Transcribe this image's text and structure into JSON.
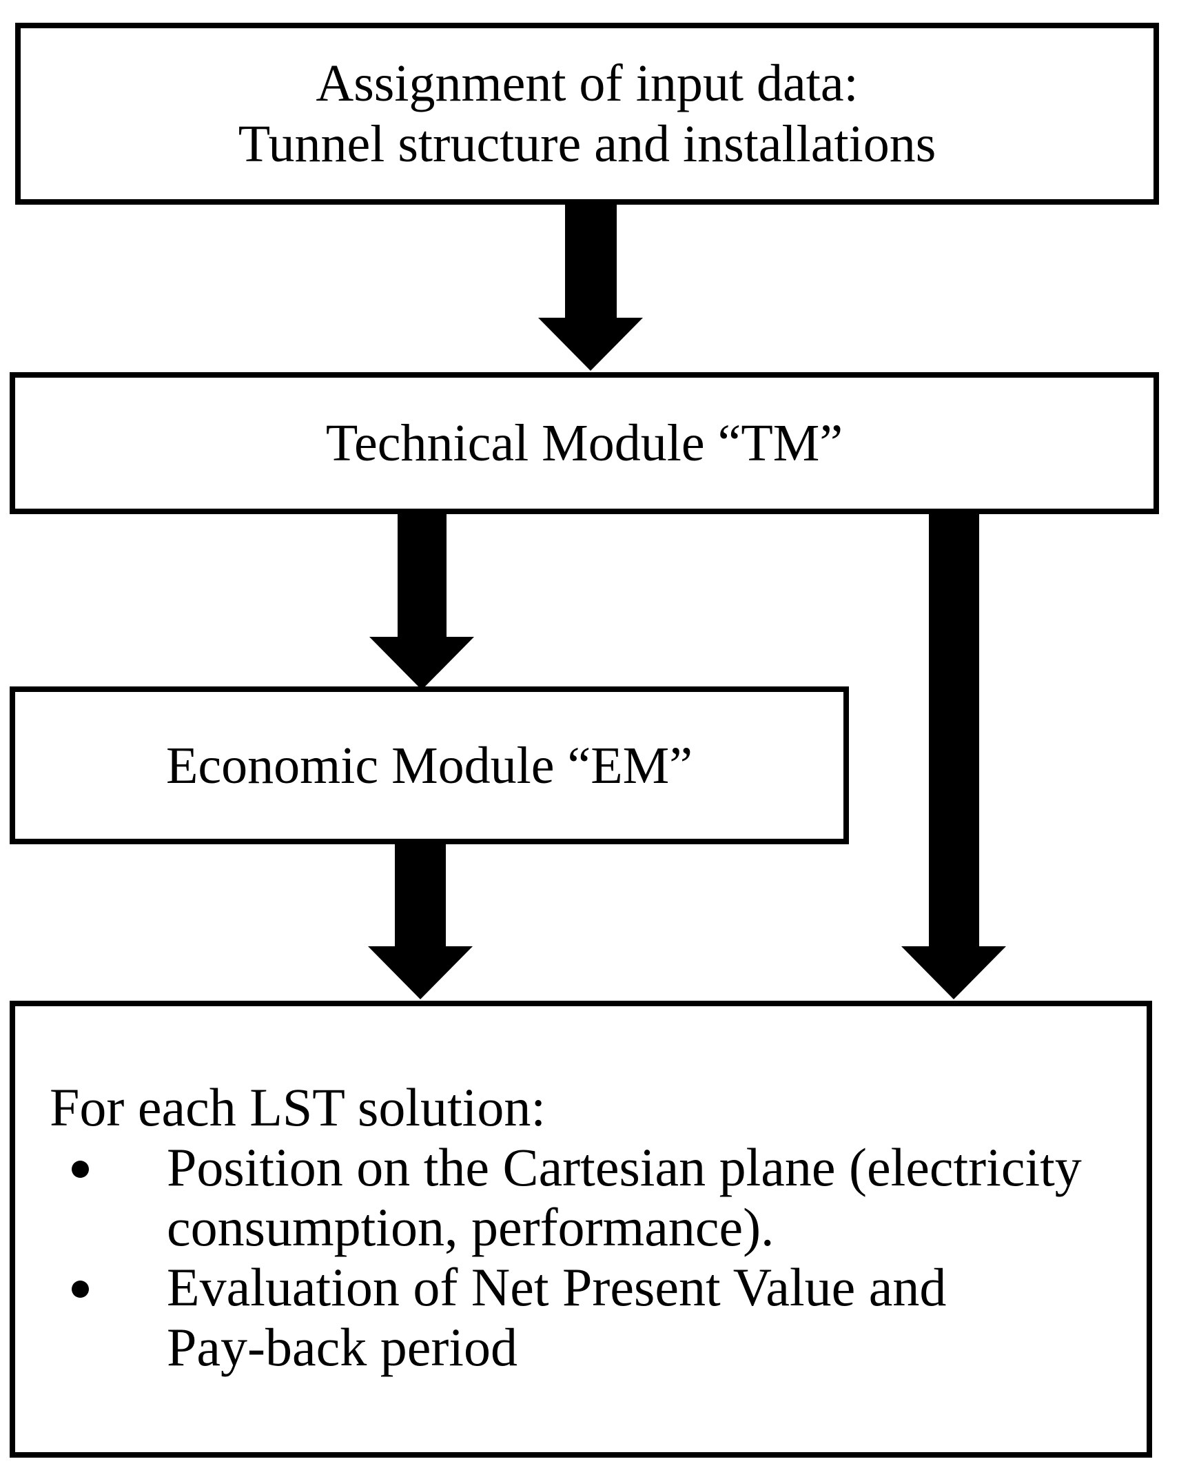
{
  "figure": {
    "background_color": "#ffffff",
    "line_color": "#000000"
  },
  "boxes": {
    "input_box": {
      "line1": "Assignment of input data:",
      "line2": "Tunnel structure and installations"
    },
    "technical_module_box": {
      "label": "Technical Module “TM”"
    },
    "economic_module_box": {
      "label": "Economic Module “EM”"
    },
    "results_box": {
      "title": "For each LST solution:",
      "bullets": [
        {
          "lines": [
            "Position on the Cartesian plane (electricity",
            "consumption, performance)."
          ]
        },
        {
          "lines": [
            "Evaluation of Net Present Value and",
            "Pay-back period"
          ]
        }
      ]
    }
  }
}
